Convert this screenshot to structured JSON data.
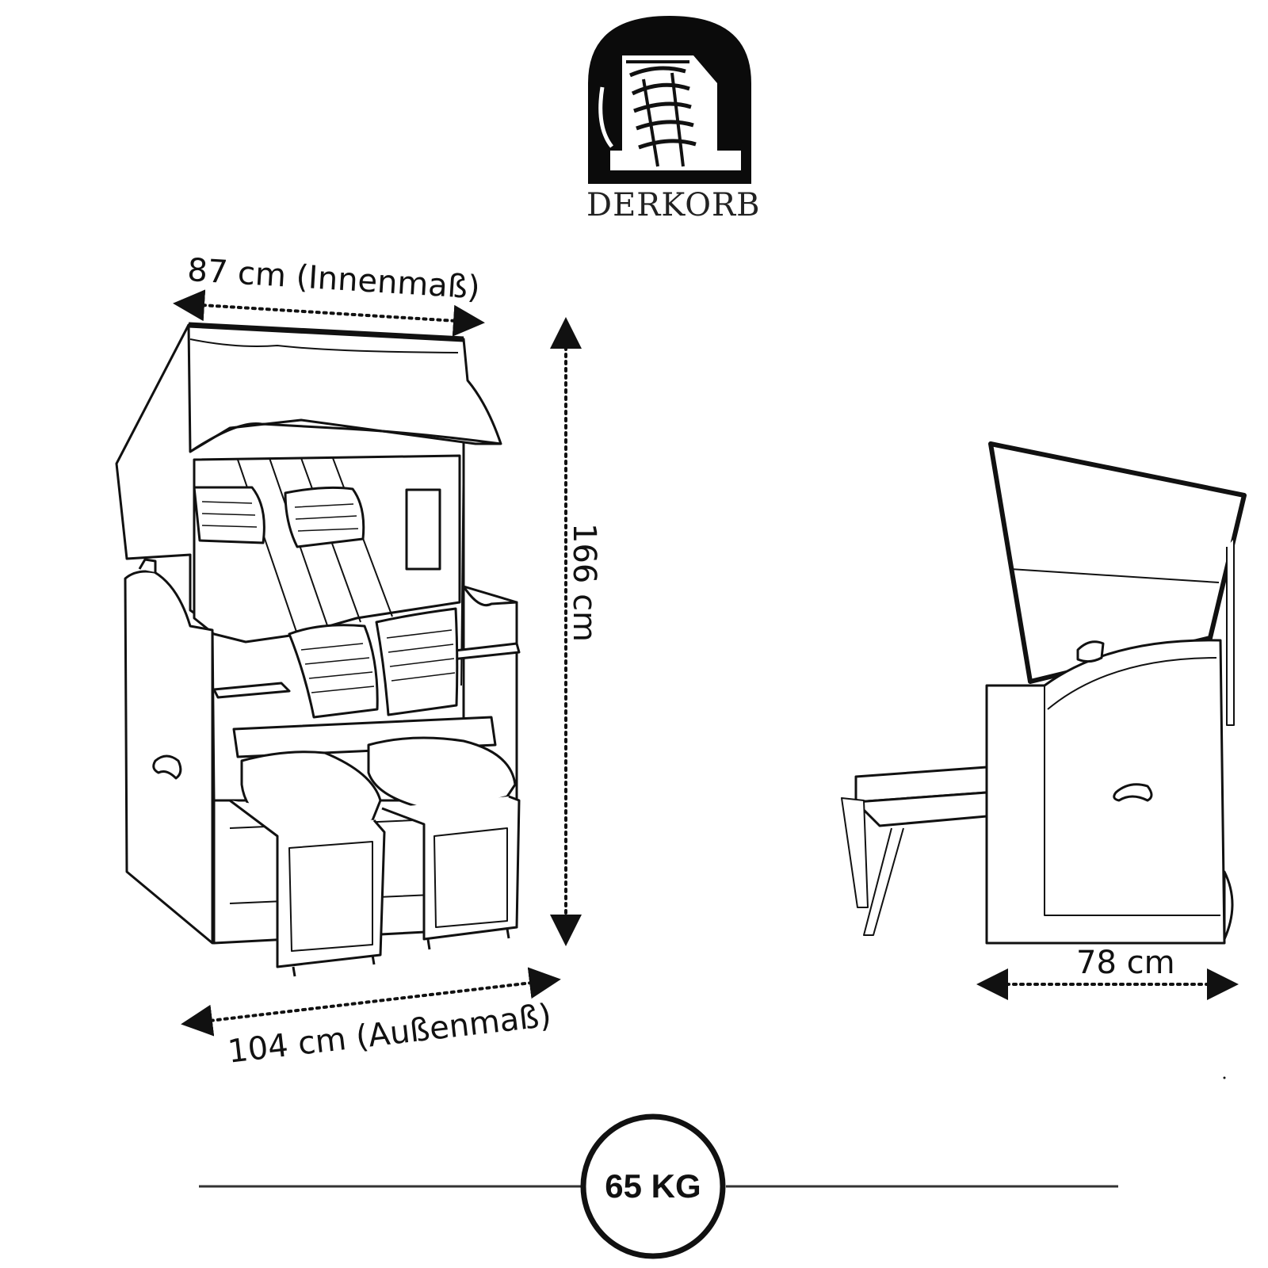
{
  "brand": {
    "name": "DERKORB",
    "logo_icon": "beach-chair-arch-logo"
  },
  "dimensions": {
    "inner_width": "87 cm (Innenmaß)",
    "outer_width": "104 cm (Außenmaß)",
    "height": "166 cm",
    "depth": "78 cm"
  },
  "weight": {
    "label": "65 KG"
  },
  "colors": {
    "line": "#111111",
    "background": "#ffffff"
  }
}
